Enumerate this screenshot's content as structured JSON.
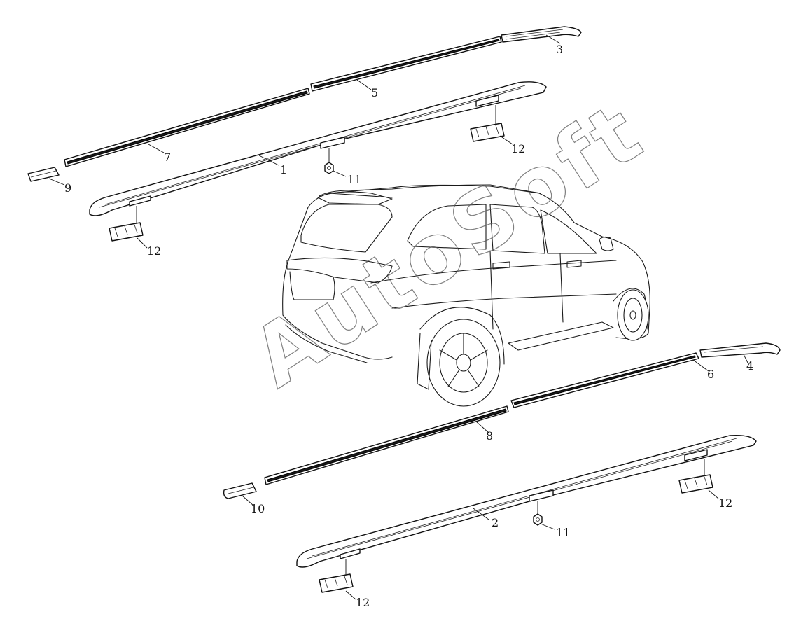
{
  "watermark": "AutoSoft",
  "callouts": {
    "c1": "1",
    "c2": "2",
    "c3": "3",
    "c4": "4",
    "c5": "5",
    "c6": "6",
    "c7": "7",
    "c8": "8",
    "c9": "9",
    "c10": "10",
    "c11a": "11",
    "c11b": "11",
    "c12a": "12",
    "c12b": "12",
    "c12c": "12",
    "c12d": "12"
  }
}
